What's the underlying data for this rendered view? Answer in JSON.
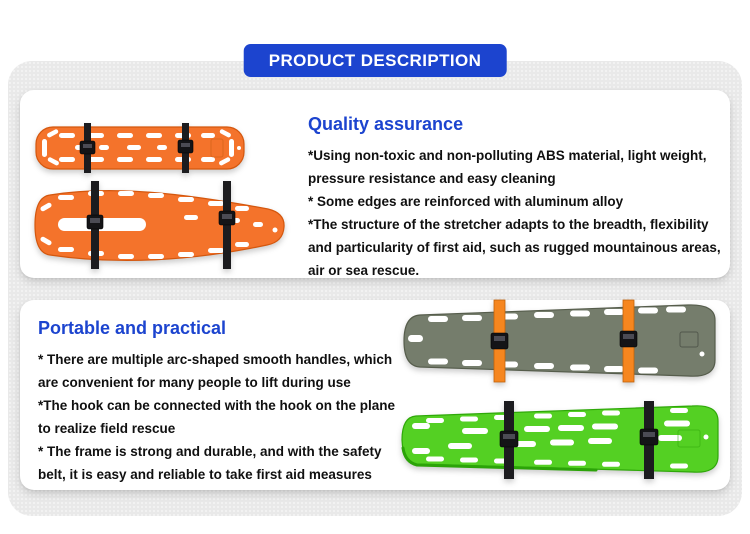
{
  "banner": {
    "label": "PRODUCT DESCRIPTION"
  },
  "colors": {
    "accent": "#1c44cf",
    "band": "#e9e9e9",
    "card": "#ffffff",
    "text": "#101010",
    "board_orange": "#f4732b",
    "board_orange_dark": "#d4570e",
    "board_gray": "#757d6c",
    "board_gray_dark": "#565d4c",
    "board_green": "#54d023",
    "board_green_dark": "#2fa809",
    "strap_black": "#1c1c1f",
    "strap_orange": "#f6861f",
    "buckle": "#141417",
    "slot": "#ffffff"
  },
  "sections": [
    {
      "heading": "Quality assurance",
      "lines": [
        "*Using non-toxic and non-polluting ABS material, light weight,",
        "pressure resistance and easy cleaning",
        "* Some edges are reinforced with aluminum alloy",
        "*The structure of the stretcher adapts to the breadth, flexibility",
        "and particularity of first aid, such as rugged mountainous areas,",
        "air or sea rescue."
      ],
      "images": [
        "short orange spine board stretcher with black straps",
        "long orange spine board stretcher with black straps"
      ]
    },
    {
      "heading": "Portable and practical",
      "lines": [
        "* There are multiple arc-shaped smooth handles, which",
        "are convenient for many people to lift during use",
        "*The hook can be connected with the hook on the plane",
        "to realize field rescue",
        "* The frame is strong and durable, and with the safety",
        "belt, it is easy and reliable to take first aid measures"
      ],
      "images": [
        "gray spine board stretcher with orange straps",
        "green spine board stretcher with black straps"
      ]
    }
  ]
}
